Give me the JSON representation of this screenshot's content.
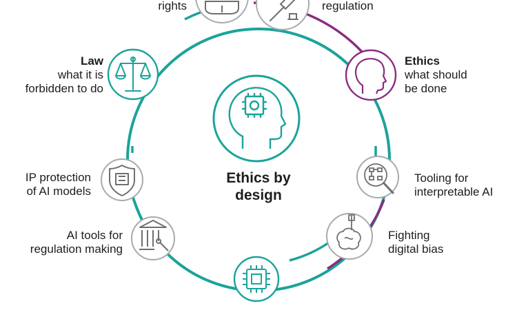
{
  "colors": {
    "teal": "#1aa39a",
    "purple": "#8a2c7f",
    "icon_gray": "#6d6e71",
    "icon_border": "#a7a9ac"
  },
  "center": {
    "title_line1": "Ethics",
    "title_line2": "by design",
    "icon": "head-with-chip-icon"
  },
  "nodes": {
    "rights": {
      "line1": "rights",
      "icon": "vr-headset-icon"
    },
    "regulation": {
      "line1": "regulation",
      "icon": "gavel-icon"
    },
    "ethics": {
      "title": "Ethics",
      "line1": "what should",
      "line2": "be done",
      "icon": "head-profile-icon"
    },
    "law": {
      "title": "Law",
      "line1": "what it is",
      "line2": "forbidden to do",
      "icon": "scales-icon"
    },
    "ip": {
      "line1": "IP protection",
      "line2": "of AI models",
      "icon": "shield-book-icon"
    },
    "tooling": {
      "line1": "Tooling for",
      "line2": "interpretable AI",
      "icon": "magnifier-network-icon"
    },
    "regmaking": {
      "line1": "AI tools for",
      "line2": "regulation making",
      "icon": "institution-wrench-icon"
    },
    "bias": {
      "line1": "Fighting",
      "line2": "digital bias",
      "icon": "brain-probe-icon"
    },
    "bottom": {
      "icon": "chip-icon"
    }
  }
}
